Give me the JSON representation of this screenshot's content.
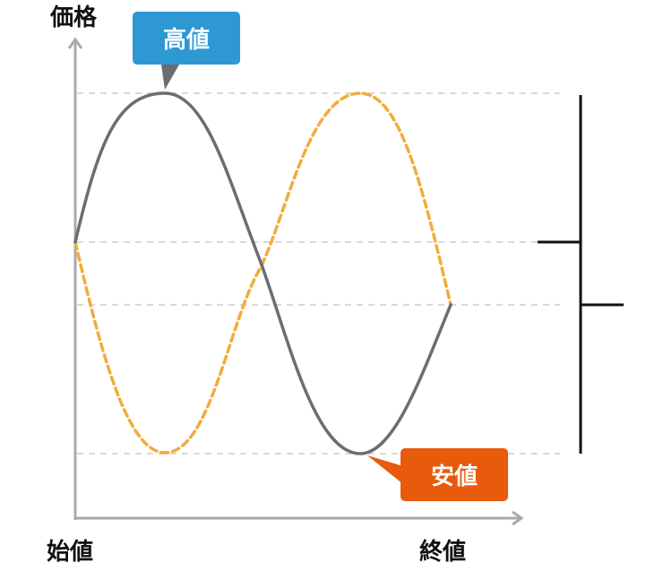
{
  "axes": {
    "y_label": "価格",
    "x_start_label": "始値",
    "x_end_label": "終値"
  },
  "callouts": {
    "high": {
      "text": "高値",
      "color": "#2e98d3"
    },
    "low": {
      "text": "安値",
      "color": "#e85a0c"
    }
  },
  "colors": {
    "solid_line": "#6b6e70",
    "dashed_line": "#f0ad3a",
    "axis": "#aaaaaa",
    "guide": "#d9d9d9",
    "candle": "#111111"
  }
}
